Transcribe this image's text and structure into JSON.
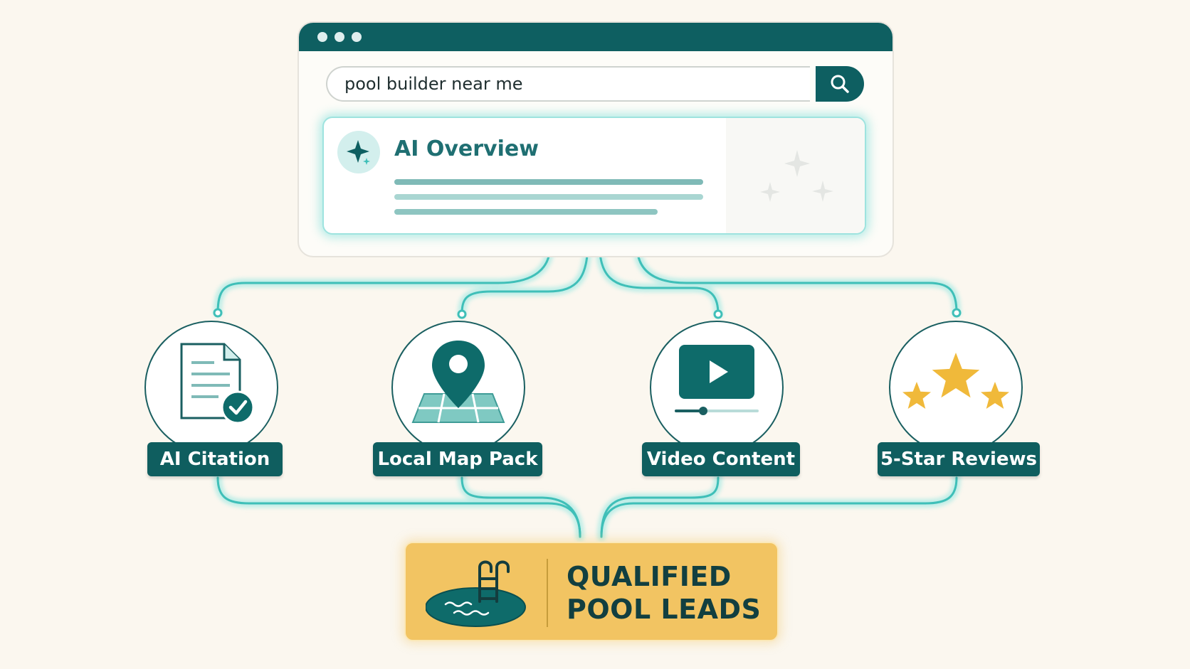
{
  "search": {
    "query": "pool builder near me"
  },
  "overview": {
    "title": "AI Overview"
  },
  "nodes": [
    {
      "label": "AI Citation",
      "icon": "document-check-icon"
    },
    {
      "label": "Local Map Pack",
      "icon": "map-pin-icon"
    },
    {
      "label": "Video Content",
      "icon": "video-play-icon"
    },
    {
      "label": "5-Star Reviews",
      "icon": "stars-icon"
    }
  ],
  "outcome": {
    "line1": "QUALIFIED",
    "line2": "POOL LEADS",
    "icon": "pool-ladder-icon"
  },
  "colors": {
    "teal_dark": "#0e5f61",
    "teal_glow": "#58d6d0",
    "gold": "#f2c462",
    "star": "#f0b93a",
    "background": "#fbf7ef"
  }
}
